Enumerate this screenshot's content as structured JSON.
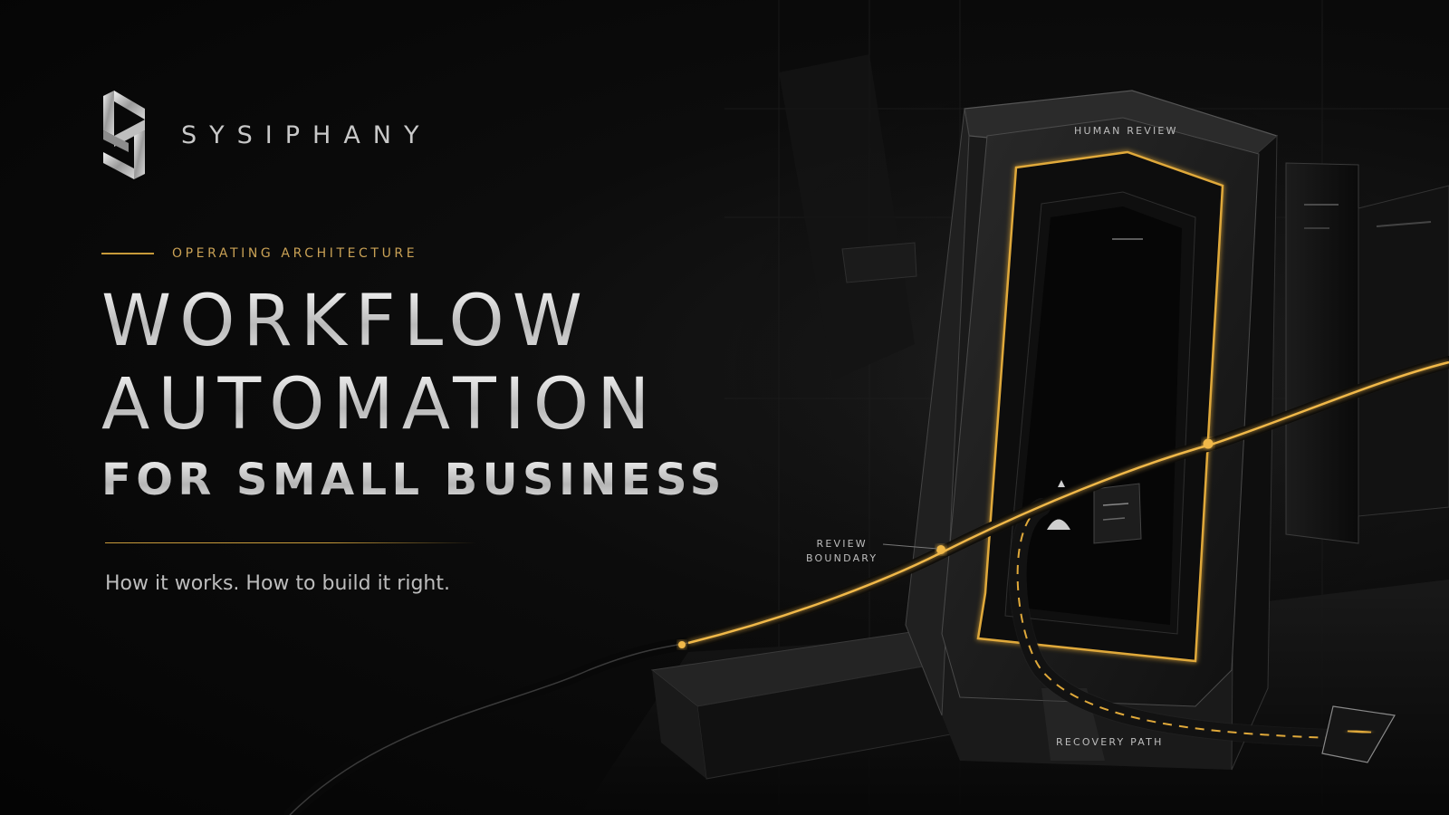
{
  "brand": {
    "name": "SYSIPHANY"
  },
  "hero": {
    "eyebrow": "OPERATING ARCHITECTURE",
    "headline_line1": "WORKFLOW",
    "headline_line2": "AUTOMATION",
    "headline_line3": "FOR SMALL BUSINESS",
    "subtitle": "How it works. How to build it right."
  },
  "diagram": {
    "top_label": "HUMAN REVIEW",
    "boundary_label_line1": "REVIEW",
    "boundary_label_line2": "BOUNDARY",
    "recovery_label": "RECOVERY PATH"
  },
  "colors": {
    "background": "#050505",
    "accent_gold": "#e0a93a",
    "text_silver": "#d6d6d6",
    "text_muted": "#bdbdbd"
  },
  "icons": {
    "logo": "sysiphany-s-logo-icon",
    "person": "person-icon",
    "document": "document-icon"
  }
}
